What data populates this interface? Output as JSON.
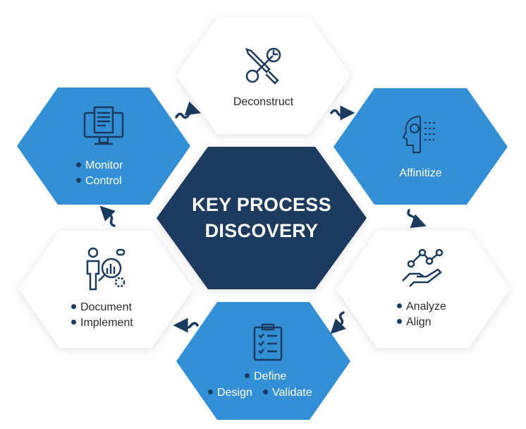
{
  "center": {
    "line1": "KEY PROCESS",
    "line2": "DISCOVERY"
  },
  "steps": {
    "deconstruct": {
      "items": [
        "Deconstruct"
      ],
      "icon": "tools-icon"
    },
    "affinitize": {
      "items": [
        "Affinitize"
      ],
      "icon": "brain-head-icon"
    },
    "analyze": {
      "items": [
        "Analyze",
        "Align"
      ],
      "icon": "hand-chart-icon"
    },
    "define": {
      "items": [
        "Define",
        "Design",
        "Validate"
      ],
      "icon": "clipboard-checklist-icon"
    },
    "document": {
      "items": [
        "Document",
        "Implement"
      ],
      "icon": "presenter-magnifier-icon"
    },
    "monitor": {
      "items": [
        "Monitor",
        "Control"
      ],
      "icon": "monitor-document-icon"
    }
  },
  "colors": {
    "navy": "#1b3a5f",
    "blue": "#3390d6",
    "white": "#ffffff"
  }
}
